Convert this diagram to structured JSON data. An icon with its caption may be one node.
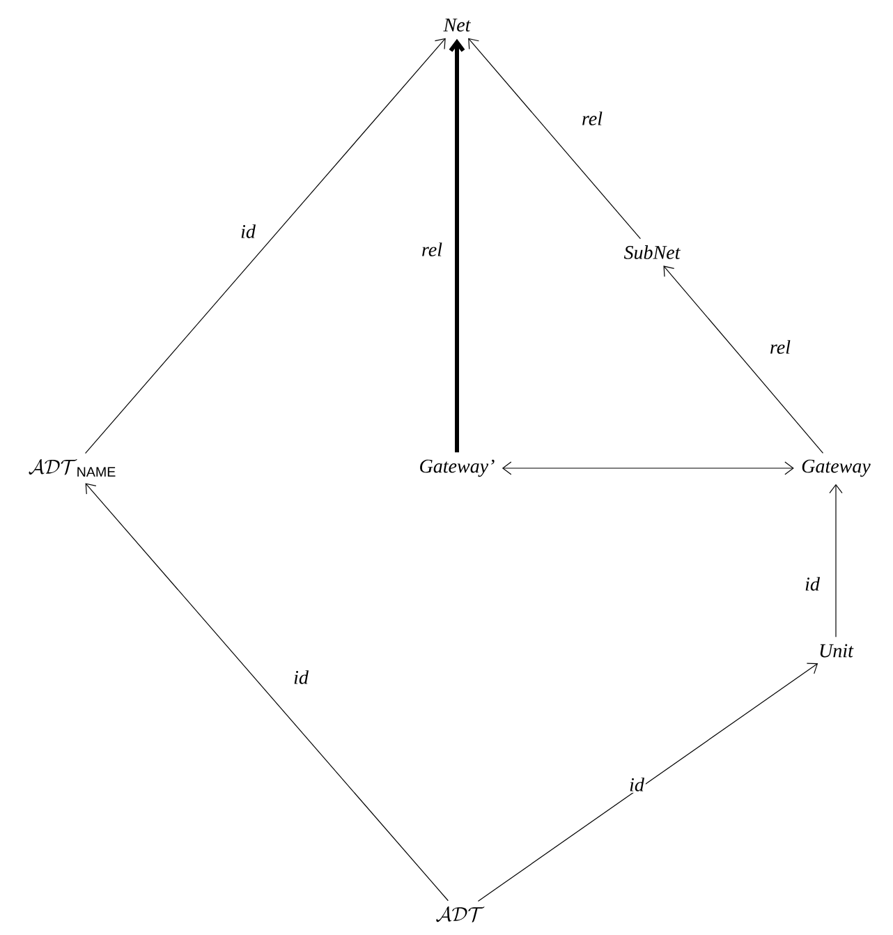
{
  "diagram": {
    "nodes": [
      {
        "text": [
          "Net"
        ]
      },
      {
        "text": [
          "SubNet"
        ]
      },
      {
        "text": [
          "\\mathcal{ADT}_{\\mathsf{NAME}}"
        ]
      },
      {
        "text": [
          "Gateway’"
        ]
      },
      {
        "text": [
          "Gateway"
        ]
      },
      {
        "text": [
          "Unit"
        ]
      },
      {
        "text": [
          "\\mathcal{ADT}"
        ]
      }
    ],
    "edges": [
      {
        "from": 2,
        "to": 0,
        "arrow": "to",
        "label": "id"
      },
      {
        "from": 3,
        "to": 0,
        "arrow": "to",
        "label": "rel",
        "style": "thick"
      },
      {
        "from": 1,
        "to": 0,
        "arrow": "to",
        "label": "rel"
      },
      {
        "from": 4,
        "to": 1,
        "arrow": "to",
        "label": "rel"
      },
      {
        "from": 3,
        "to": 4,
        "arrow": "both"
      },
      {
        "from": 5,
        "to": 4,
        "arrow": "to",
        "label": "id"
      },
      {
        "from": 6,
        "to": 2,
        "arrow": "to",
        "label": "id"
      },
      {
        "from": 6,
        "to": 5,
        "arrow": "to",
        "label": "id"
      }
    ]
  }
}
